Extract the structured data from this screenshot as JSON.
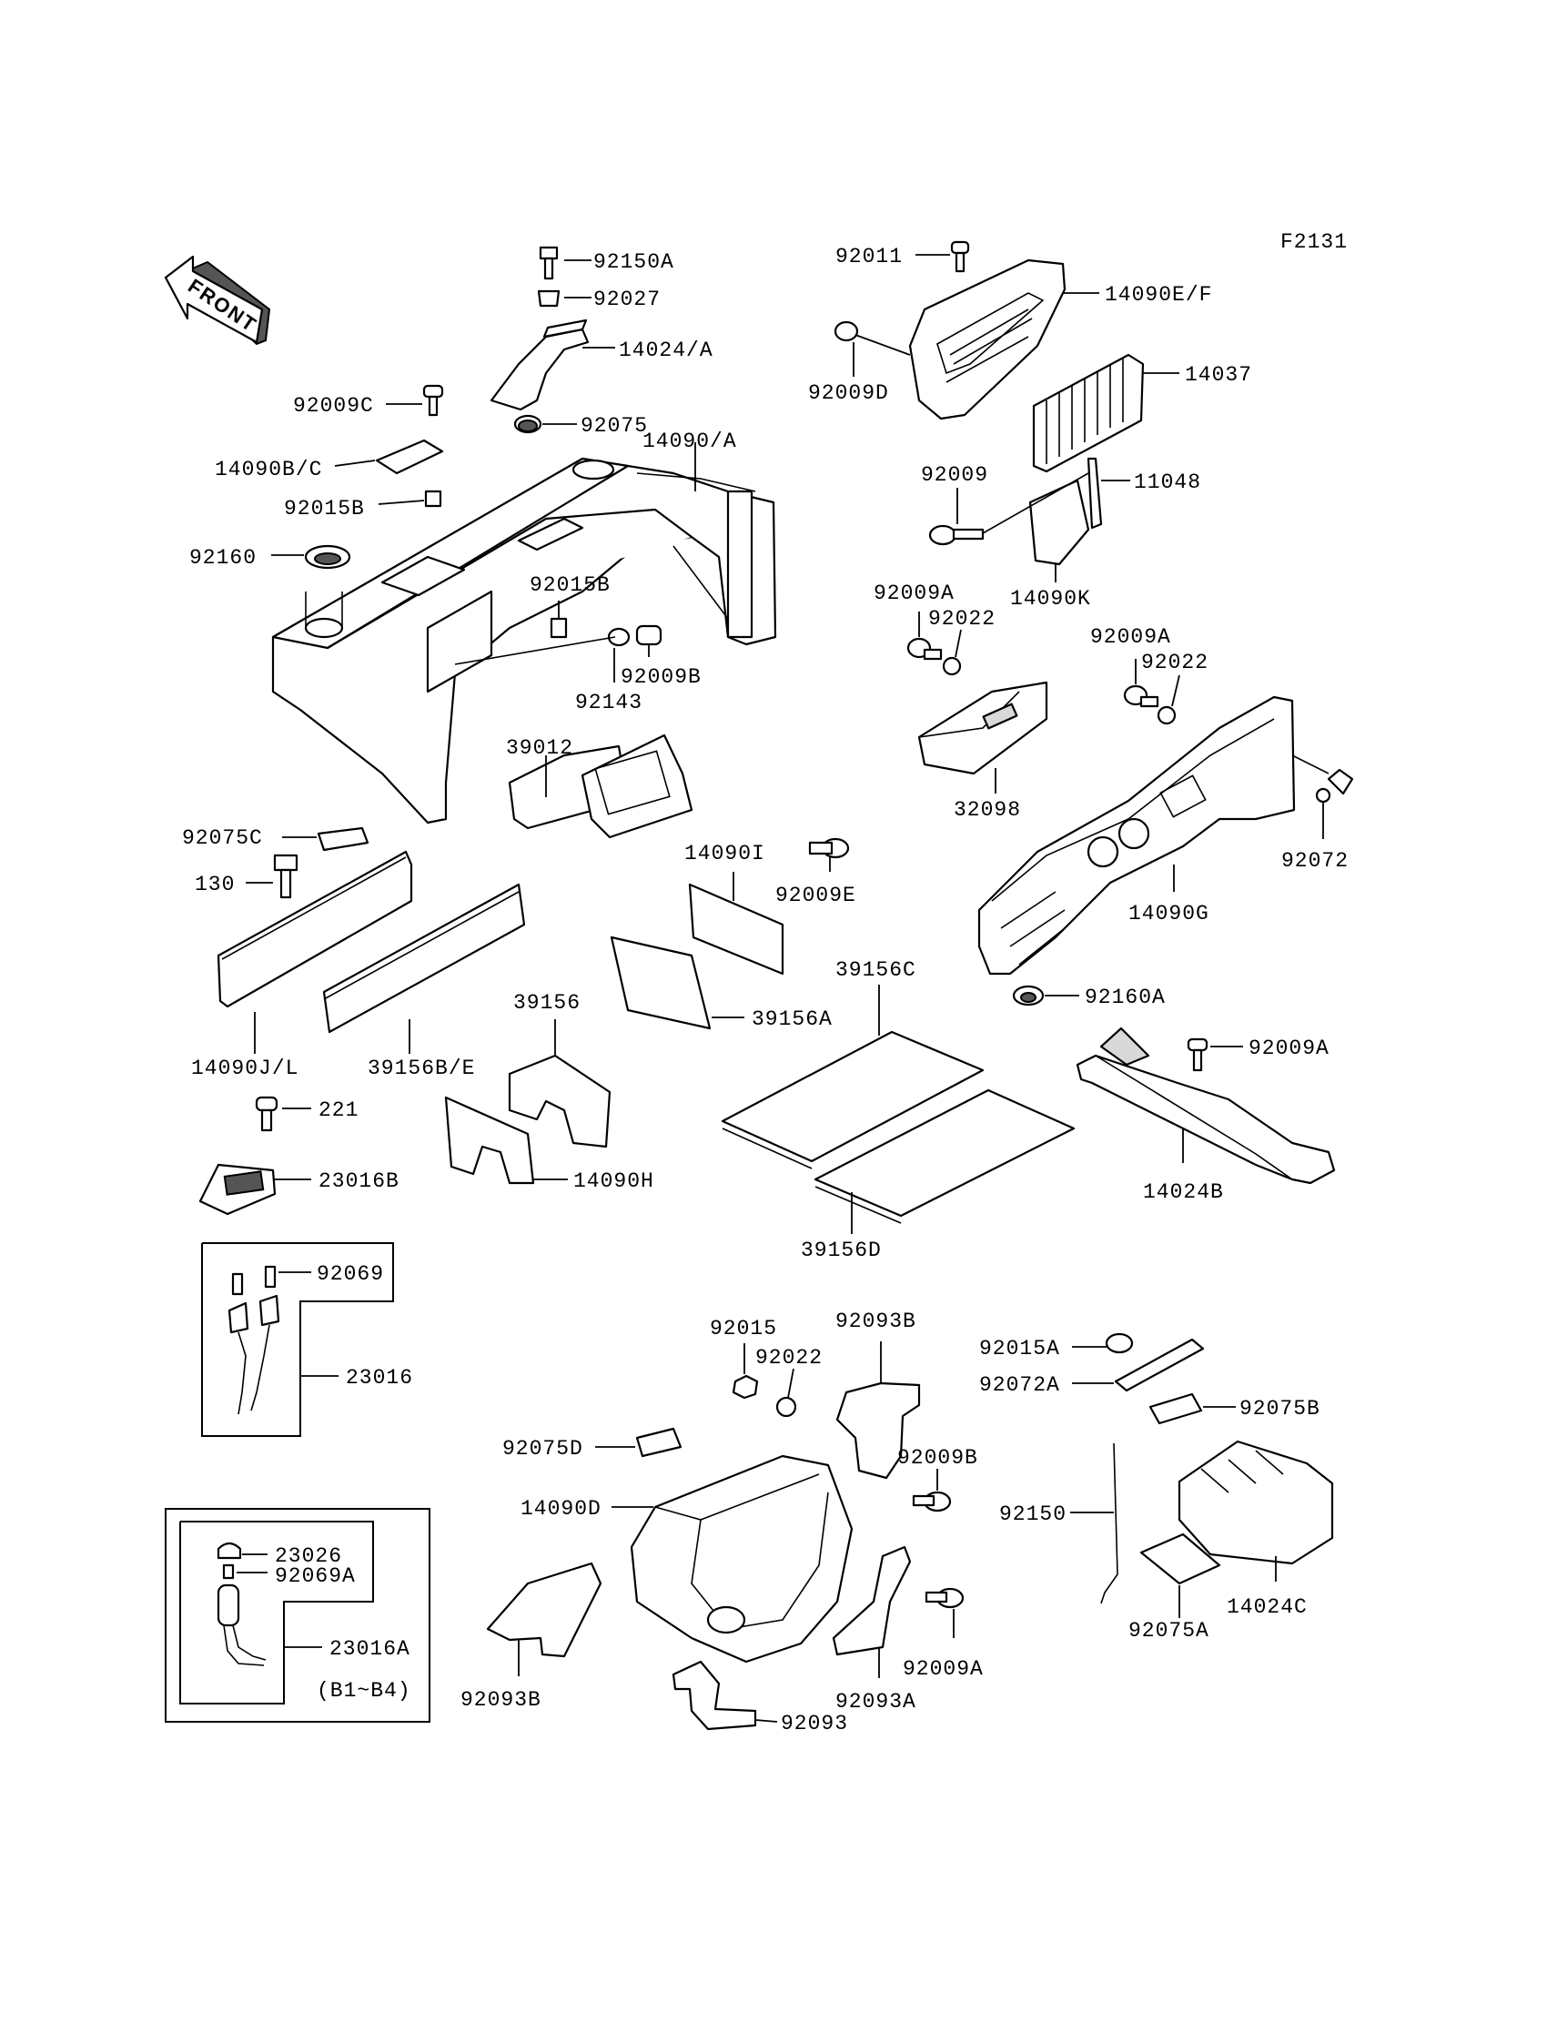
{
  "figure_code": "F2131",
  "front_label": "FRONT",
  "variant_note": "(B1~B4)",
  "labels": {
    "p92150A": "92150A",
    "p92027": "92027",
    "p14024A": "14024/A",
    "p92075": "92075",
    "p14090A": "14090/A",
    "p92009C": "92009C",
    "p14090BC": "14090B/C",
    "p92015B_1": "92015B",
    "p92160": "92160",
    "p92015B_2": "92015B",
    "p92143": "92143",
    "p92009B_1": "92009B",
    "p39012": "39012",
    "p92075C": "92075C",
    "p130": "130",
    "p14090JL": "14090J/L",
    "p39156BE": "39156B/E",
    "p39156": "39156",
    "p14090I": "14090I",
    "p92009E": "92009E",
    "p39156A": "39156A",
    "p39156C": "39156C",
    "p39156D": "39156D",
    "p14090H": "14090H",
    "p221": "221",
    "p23016B": "23016B",
    "p92069": "92069",
    "p23016": "23016",
    "p23026": "23026",
    "p92069A": "92069A",
    "p23016A": "23016A",
    "p92011": "92011",
    "p14090EF": "14090E/F",
    "p92009D": "92009D",
    "p14037": "14037",
    "p92009": "92009",
    "p11048": "11048",
    "p14090K": "14090K",
    "p92009A_1": "92009A",
    "p92022_1": "92022",
    "p32098": "32098",
    "p92009A_2": "92009A",
    "p92022_2": "92022",
    "p92072": "92072",
    "p14090G": "14090G",
    "p92160A": "92160A",
    "p92009A_3": "92009A",
    "p14024B": "14024B",
    "p92015": "92015",
    "p92022_3": "92022",
    "p92093B_1": "92093B",
    "p92075D": "92075D",
    "p92009B_2": "92009B",
    "p14090D": "14090D",
    "p92093B_2": "92093B",
    "p92009A_4": "92009A",
    "p92093A": "92093A",
    "p92093": "92093",
    "p92015A": "92015A",
    "p92072A": "92072A",
    "p92075B": "92075B",
    "p92150": "92150",
    "p14024C": "14024C",
    "p92075A": "92075A"
  }
}
